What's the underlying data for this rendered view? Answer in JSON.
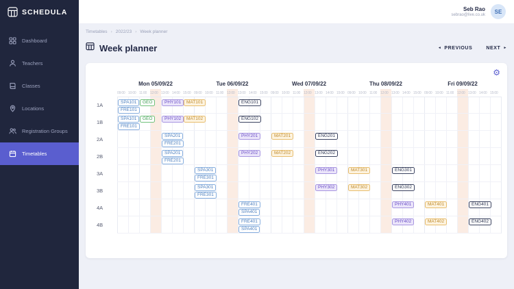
{
  "colors": {
    "accent": "#5a5ecf",
    "sidebar_bg": "#20263d",
    "content_bg": "#eef0f7"
  },
  "sidebar": {
    "logo_text": "SCHEDULA",
    "items": [
      {
        "label": "Dashboard"
      },
      {
        "label": "Teachers"
      },
      {
        "label": "Classes"
      },
      {
        "label": "Locations"
      },
      {
        "label": "Registration Groups"
      },
      {
        "label": "Timetables"
      }
    ],
    "active_item": "Timetables"
  },
  "topbar": {
    "user_name": "Seb Rao",
    "user_email": "sebrao@live.co.uk",
    "avatar_initials": "SE"
  },
  "breadcrumb": {
    "items": [
      "Timetables",
      "2022/23",
      "Week planner"
    ]
  },
  "header": {
    "title": "Week planner",
    "previous_label": "PREVIOUS",
    "next_label": "NEXT"
  },
  "planner": {
    "lunch_slot": 3,
    "colors": {
      "lunch_stripe": "#fbece3"
    },
    "chip_styles": {
      "lang": {
        "bg": "#ffffff",
        "border": "#86aede",
        "text": "#4a7dbd"
      },
      "geo": {
        "bg": "#ffffff",
        "border": "#6fc07a",
        "text": "#3d9b52"
      },
      "phy": {
        "bg": "#ebe5fa",
        "border": "#a795e0",
        "text": "#6a4ec6"
      },
      "mat": {
        "bg": "#fdf3df",
        "border": "#e7bd6e",
        "text": "#bf8a2c"
      },
      "eng": {
        "bg": "#ffffff",
        "border": "#3a425f",
        "text": "#2c344f"
      }
    },
    "days": [
      {
        "label": "Mon 05/09/22",
        "times": [
          "09:00",
          "10:00",
          "11:00",
          "12:00",
          "13:00",
          "14:00",
          "15:00"
        ]
      },
      {
        "label": "Tue 06/09/22",
        "times": [
          "09:00",
          "10:00",
          "11:00",
          "12:00",
          "13:00",
          "14:00",
          "15:00"
        ]
      },
      {
        "label": "Wed 07/09/22",
        "times": [
          "09:00",
          "10:00",
          "11:00",
          "12:00",
          "13:00",
          "14:00",
          "15:00"
        ]
      },
      {
        "label": "Thu 08/09/22",
        "times": [
          "09:00",
          "10:00",
          "11:00",
          "12:00",
          "13:00",
          "14:00",
          "15:00"
        ]
      },
      {
        "label": "Fri 09/09/22",
        "times": [
          "09:00",
          "10:00",
          "11:00",
          "12:00",
          "13:00",
          "14:00",
          "15:00"
        ]
      }
    ],
    "rows": [
      {
        "label": "1A",
        "lessons": [
          {
            "code": "SPA101",
            "day": 0,
            "slot": 0,
            "span": 2,
            "line": 0,
            "type": "lang"
          },
          {
            "code": "GEO",
            "day": 0,
            "slot": 2,
            "span": 1,
            "line": 0,
            "type": "geo"
          },
          {
            "code": "FRE101",
            "day": 0,
            "slot": 0,
            "span": 2,
            "line": 1,
            "type": "lang"
          },
          {
            "code": "PHY101",
            "day": 0,
            "slot": 4,
            "span": 2,
            "line": 0,
            "type": "phy"
          },
          {
            "code": "MAT101",
            "day": 0,
            "slot": 6,
            "span": 2,
            "line": 0,
            "type": "mat"
          },
          {
            "code": "ENG101",
            "day": 1,
            "slot": 4,
            "span": 2,
            "line": 0,
            "type": "eng"
          }
        ]
      },
      {
        "label": "1B",
        "lessons": [
          {
            "code": "SPA101",
            "day": 0,
            "slot": 0,
            "span": 2,
            "line": 0,
            "type": "lang"
          },
          {
            "code": "GEO",
            "day": 0,
            "slot": 2,
            "span": 1,
            "line": 0,
            "type": "geo"
          },
          {
            "code": "FRE101",
            "day": 0,
            "slot": 0,
            "span": 2,
            "line": 1,
            "type": "lang"
          },
          {
            "code": "PHY102",
            "day": 0,
            "slot": 4,
            "span": 2,
            "line": 0,
            "type": "phy"
          },
          {
            "code": "MAT102",
            "day": 0,
            "slot": 6,
            "span": 2,
            "line": 0,
            "type": "mat"
          },
          {
            "code": "ENG102",
            "day": 1,
            "slot": 4,
            "span": 2,
            "line": 0,
            "type": "eng"
          }
        ]
      },
      {
        "label": "2A",
        "lessons": [
          {
            "code": "SPA201",
            "day": 0,
            "slot": 4,
            "span": 2,
            "line": 0,
            "type": "lang"
          },
          {
            "code": "FRE201",
            "day": 0,
            "slot": 4,
            "span": 2,
            "line": 1,
            "type": "lang"
          },
          {
            "code": "PHY201",
            "day": 1,
            "slot": 4,
            "span": 2,
            "line": 0,
            "type": "phy"
          },
          {
            "code": "MAT201",
            "day": 2,
            "slot": 0,
            "span": 2,
            "line": 0,
            "type": "mat"
          },
          {
            "code": "ENG201",
            "day": 2,
            "slot": 4,
            "span": 2,
            "line": 0,
            "type": "eng"
          }
        ]
      },
      {
        "label": "2B",
        "lessons": [
          {
            "code": "SPA201",
            "day": 0,
            "slot": 4,
            "span": 2,
            "line": 0,
            "type": "lang"
          },
          {
            "code": "FRE201",
            "day": 0,
            "slot": 4,
            "span": 2,
            "line": 1,
            "type": "lang"
          },
          {
            "code": "PHY202",
            "day": 1,
            "slot": 4,
            "span": 2,
            "line": 0,
            "type": "phy"
          },
          {
            "code": "MAT202",
            "day": 2,
            "slot": 0,
            "span": 2,
            "line": 0,
            "type": "mat"
          },
          {
            "code": "ENG202",
            "day": 2,
            "slot": 4,
            "span": 2,
            "line": 0,
            "type": "eng"
          }
        ]
      },
      {
        "label": "3A",
        "lessons": [
          {
            "code": "SPA301",
            "day": 1,
            "slot": 0,
            "span": 2,
            "line": 0,
            "type": "lang"
          },
          {
            "code": "FRE301",
            "day": 1,
            "slot": 0,
            "span": 2,
            "line": 1,
            "type": "lang"
          },
          {
            "code": "PHY301",
            "day": 2,
            "slot": 4,
            "span": 2,
            "line": 0,
            "type": "phy"
          },
          {
            "code": "MAT301",
            "day": 3,
            "slot": 0,
            "span": 2,
            "line": 0,
            "type": "mat"
          },
          {
            "code": "ENG301",
            "day": 3,
            "slot": 4,
            "span": 2,
            "line": 0,
            "type": "eng"
          }
        ]
      },
      {
        "label": "3B",
        "lessons": [
          {
            "code": "SPA301",
            "day": 1,
            "slot": 0,
            "span": 2,
            "line": 0,
            "type": "lang"
          },
          {
            "code": "FRE301",
            "day": 1,
            "slot": 0,
            "span": 2,
            "line": 1,
            "type": "lang"
          },
          {
            "code": "PHY302",
            "day": 2,
            "slot": 4,
            "span": 2,
            "line": 0,
            "type": "phy"
          },
          {
            "code": "MAT302",
            "day": 3,
            "slot": 0,
            "span": 2,
            "line": 0,
            "type": "mat"
          },
          {
            "code": "ENG302",
            "day": 3,
            "slot": 4,
            "span": 2,
            "line": 0,
            "type": "eng"
          }
        ]
      },
      {
        "label": "4A",
        "lessons": [
          {
            "code": "FRE401",
            "day": 1,
            "slot": 4,
            "span": 2,
            "line": 0,
            "type": "lang"
          },
          {
            "code": "SPA401",
            "day": 1,
            "slot": 4,
            "span": 2,
            "line": 1,
            "type": "lang"
          },
          {
            "code": "PHY401",
            "day": 3,
            "slot": 4,
            "span": 2,
            "line": 0,
            "type": "phy"
          },
          {
            "code": "MAT401",
            "day": 4,
            "slot": 0,
            "span": 2,
            "line": 0,
            "type": "mat"
          },
          {
            "code": "ENG401",
            "day": 4,
            "slot": 4,
            "span": 2,
            "line": 0,
            "type": "eng"
          }
        ]
      },
      {
        "label": "4B",
        "lessons": [
          {
            "code": "FRE401",
            "day": 1,
            "slot": 4,
            "span": 2,
            "line": 0,
            "type": "lang"
          },
          {
            "code": "SPA401",
            "day": 1,
            "slot": 4,
            "span": 2,
            "line": 1,
            "type": "lang"
          },
          {
            "code": "PHY402",
            "day": 3,
            "slot": 4,
            "span": 2,
            "line": 0,
            "type": "phy"
          },
          {
            "code": "MAT402",
            "day": 4,
            "slot": 0,
            "span": 2,
            "line": 0,
            "type": "mat"
          },
          {
            "code": "ENG402",
            "day": 4,
            "slot": 4,
            "span": 2,
            "line": 0,
            "type": "eng"
          }
        ]
      }
    ]
  }
}
